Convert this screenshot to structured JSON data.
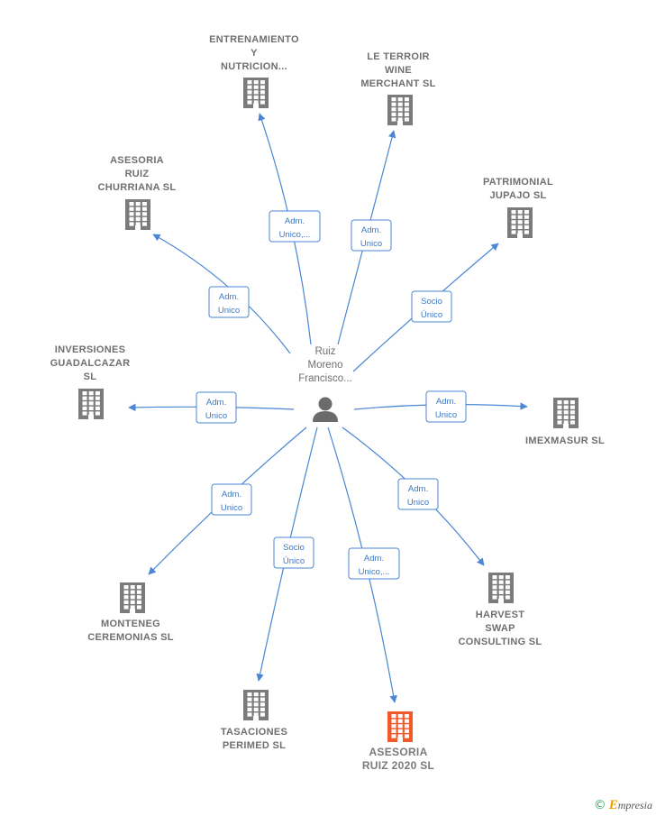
{
  "center": {
    "label_lines": [
      "Ruiz",
      "Moreno",
      "Francisco..."
    ],
    "icon": "person-icon"
  },
  "colors": {
    "edge": "#4a86d4",
    "building": "#7b7b7b",
    "building_highlight": "#f15a2b"
  },
  "nodes": [
    {
      "id": "entrenamiento",
      "label_lines": [
        "ENTRENAMIENTO",
        "Y",
        "NUTRICION..."
      ],
      "edge_label": [
        "Adm.",
        "Unico,..."
      ],
      "highlight": false,
      "icon": "building-icon"
    },
    {
      "id": "le-terroir",
      "label_lines": [
        "LE TERROIR",
        "WINE",
        "MERCHANT SL"
      ],
      "edge_label": [
        "Adm.",
        "Unico"
      ],
      "highlight": false,
      "icon": "building-icon"
    },
    {
      "id": "asesoria-ruiz-churriana",
      "label_lines": [
        "ASESORIA",
        "RUIZ",
        "CHURRIANA SL"
      ],
      "edge_label": [
        "Adm.",
        "Unico"
      ],
      "highlight": false,
      "icon": "building-icon"
    },
    {
      "id": "patrimonial-jupajo",
      "label_lines": [
        "PATRIMONIAL",
        "JUPAJO SL"
      ],
      "edge_label": [
        "Socio",
        "Único"
      ],
      "highlight": false,
      "icon": "building-icon"
    },
    {
      "id": "inversiones-guadalcazar",
      "label_lines": [
        "INVERSIONES",
        "GUADALCAZAR",
        "SL"
      ],
      "edge_label": [
        "Adm.",
        "Unico"
      ],
      "highlight": false,
      "icon": "building-icon"
    },
    {
      "id": "imexmasur",
      "label_lines": [
        "IMEXMASUR SL"
      ],
      "edge_label": [
        "Adm.",
        "Unico"
      ],
      "highlight": false,
      "icon": "building-icon"
    },
    {
      "id": "monteneg",
      "label_lines": [
        "MONTENEG",
        "CEREMONIAS SL"
      ],
      "edge_label": [
        "Adm.",
        "Unico"
      ],
      "highlight": false,
      "icon": "building-icon"
    },
    {
      "id": "harvest-swap",
      "label_lines": [
        "HARVEST",
        "SWAP",
        "CONSULTING SL"
      ],
      "edge_label": [
        "Adm.",
        "Unico"
      ],
      "highlight": false,
      "icon": "building-icon"
    },
    {
      "id": "tasaciones-perimed",
      "label_lines": [
        "TASACIONES",
        "PERIMED  SL"
      ],
      "edge_label": [
        "Socio",
        "Único"
      ],
      "highlight": false,
      "icon": "building-icon"
    },
    {
      "id": "asesoria-ruiz-2020",
      "label_lines": [
        "ASESORIA",
        "RUIZ 2020  SL"
      ],
      "edge_label": [
        "Adm.",
        "Unico,..."
      ],
      "highlight": true,
      "icon": "building-icon"
    }
  ],
  "watermark": {
    "symbol": "©",
    "initial": "E",
    "rest": "mpresia"
  }
}
